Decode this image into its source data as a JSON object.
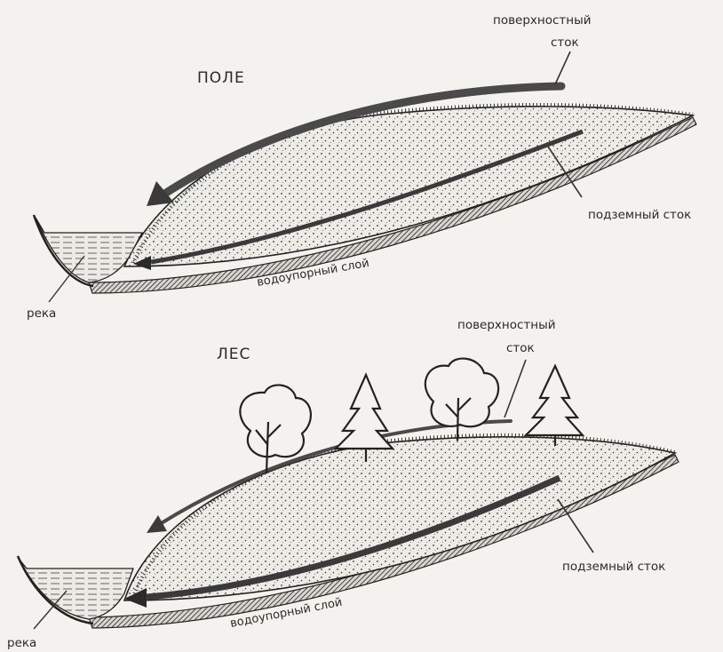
{
  "panels": [
    {
      "id": "field",
      "title": "ПОЛЕ",
      "surface_runoff": [
        "поверхностный",
        "сток"
      ],
      "underground_runoff": "подземный сток",
      "aquitard": "водоупорный слой",
      "river": "река"
    },
    {
      "id": "forest",
      "title": "ЛЕС",
      "surface_runoff": [
        "поверхностный",
        "сток"
      ],
      "underground_runoff": "подземный сток",
      "aquitard": "водоупорный слой",
      "river": "река"
    }
  ]
}
